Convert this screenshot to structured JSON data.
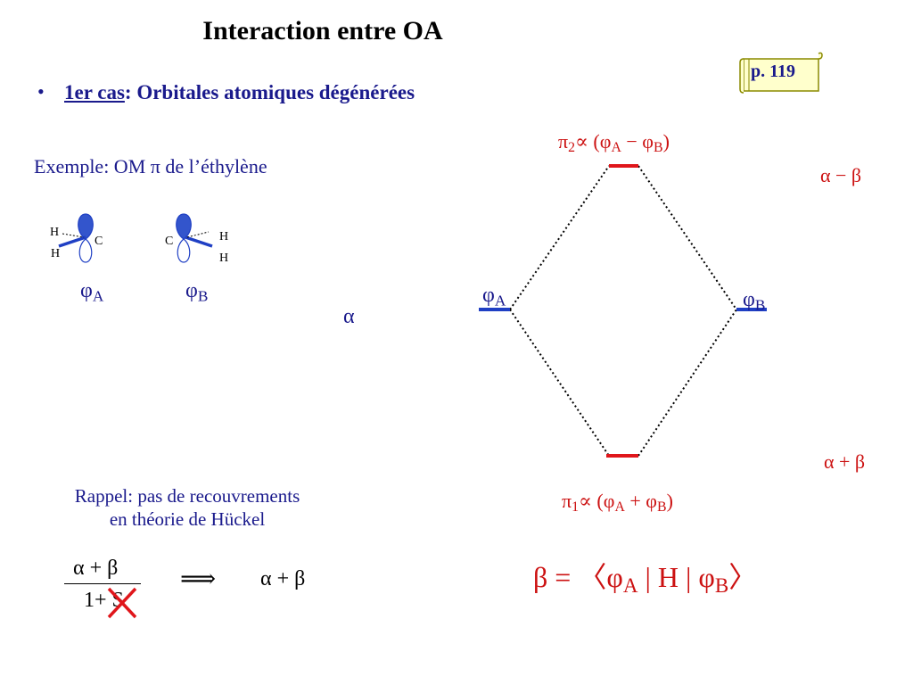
{
  "title": "Interaction entre OA",
  "page_ref": "p. 119",
  "bullet": {
    "lead": "1er cas",
    "rest": ": Orbitales atomiques dégénérées"
  },
  "example": "Exemple: OM π de l’éthylène",
  "molecule": {
    "left": {
      "h1": "H",
      "h2": "H",
      "c": "C",
      "label_phi": "φ",
      "label_sub": "A"
    },
    "right": {
      "c": "C",
      "h1": "H",
      "h2": "H",
      "label_phi": "φ",
      "label_sub": "B"
    }
  },
  "alpha": "α",
  "diagram": {
    "top_level_prefix": "π",
    "top_level_sub": "2",
    "top_level_mid": "∝ (φ",
    "top_level_a": "A",
    "top_level_op": " − φ",
    "top_level_b": "B",
    "top_level_end": ")",
    "bottom_level_prefix": "π",
    "bottom_level_sub": "1",
    "bottom_level_mid": "∝ (φ",
    "bottom_level_a": "A",
    "bottom_level_op": " + φ",
    "bottom_level_b": "B",
    "bottom_level_end": ")",
    "left_phi": "φ",
    "left_sub": "A",
    "right_phi": "φ",
    "right_sub": "B",
    "energy_top": "α − β",
    "energy_bottom": "α + β",
    "colors": {
      "level": "#e0161b",
      "ao": "#1f3fc4",
      "text_red": "#cc1111",
      "text_blue": "#1a1a8c"
    }
  },
  "rappel": {
    "line1": "Rappel: pas de recouvrements",
    "line2": "en théorie de Hückel"
  },
  "fraction": {
    "numerator": "α + β",
    "denominator": "1+ S"
  },
  "implies": "⟹",
  "result": "α + β",
  "beta_eq": {
    "lhs": "β = 〈φ",
    "sub_a": "A",
    "mid": " | H | φ",
    "sub_b": "B",
    "rhs": "〉"
  }
}
